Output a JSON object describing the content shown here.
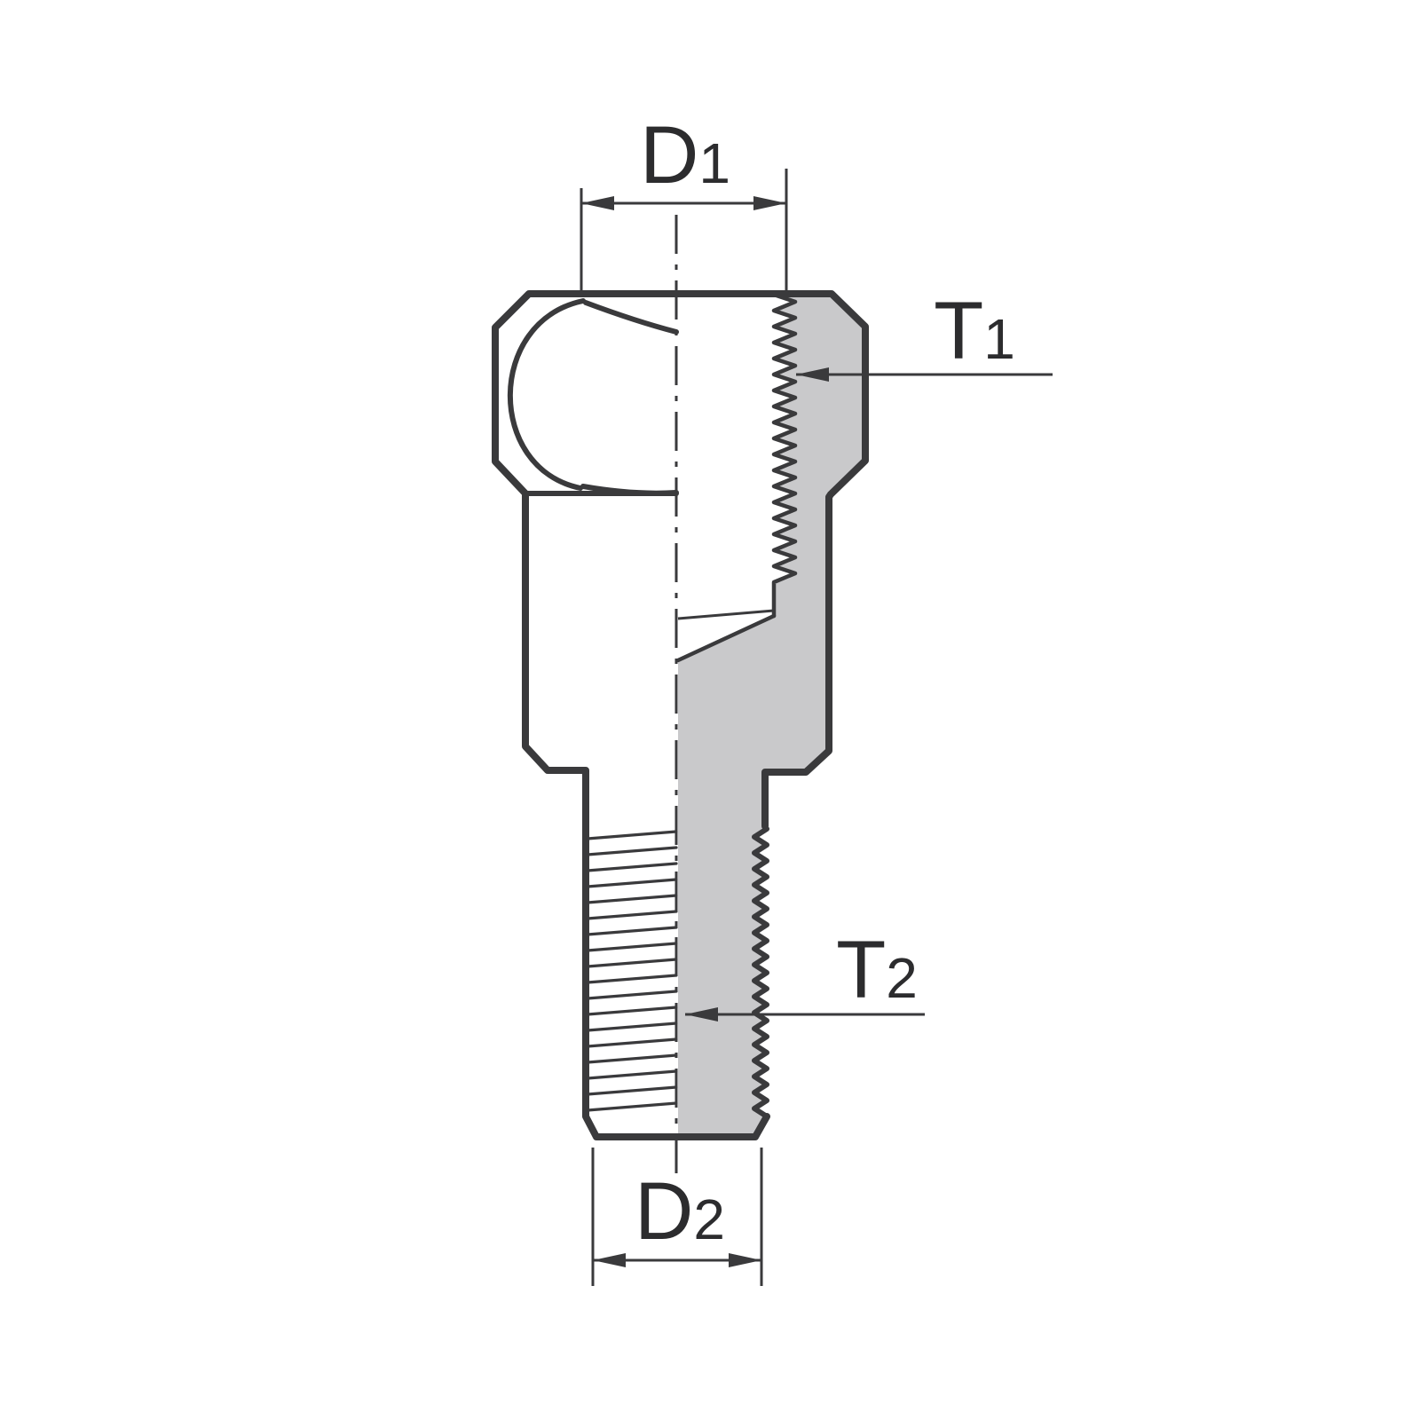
{
  "diagram": {
    "type": "technical-drawing",
    "description": "Half-section dimension drawing of a threaded adapter: hex head with female thread on top, male threaded stud below",
    "labels": {
      "d1": {
        "letter": "D",
        "sub": "1"
      },
      "t1": {
        "letter": "T",
        "sub": "1"
      },
      "t2": {
        "letter": "T",
        "sub": "2"
      },
      "d2": {
        "letter": "D",
        "sub": "2"
      }
    },
    "colors": {
      "line": "#3a3a3c",
      "text": "#2c2c2e",
      "section_fill": "#c9c9cb",
      "background": "#ffffff"
    }
  }
}
